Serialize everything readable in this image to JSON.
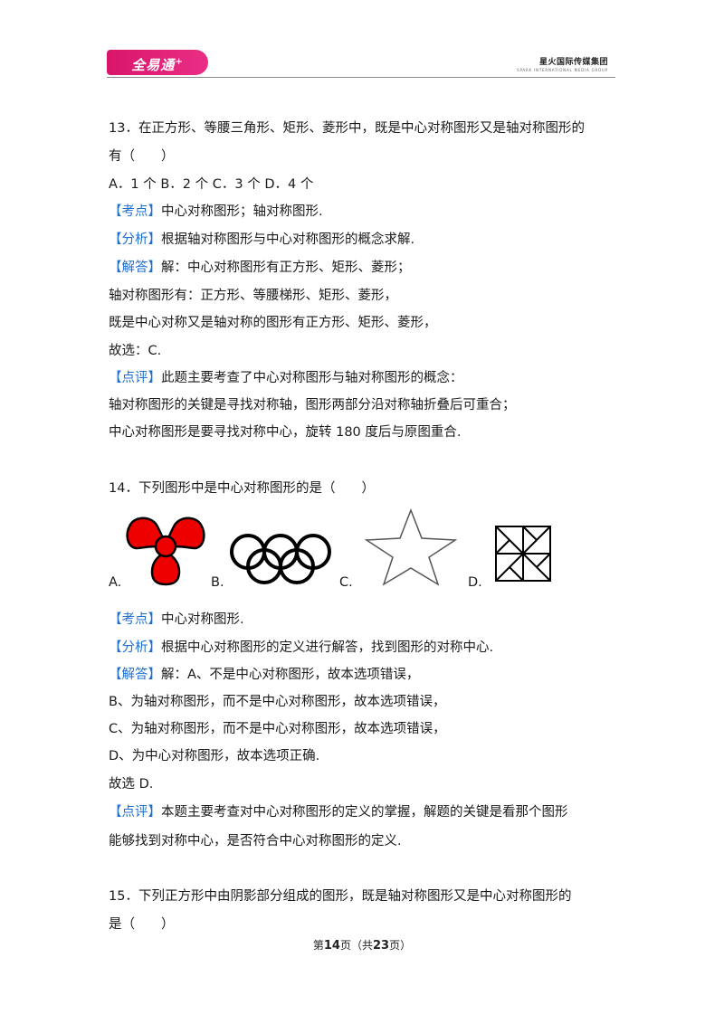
{
  "header": {
    "logo_text": "全易通",
    "logo_plus": "+",
    "brand": "星火国际传媒集团",
    "brand_sub": "SPARK INTERNATIONAL MEDIA GROUP"
  },
  "q13": {
    "stem1": "13．在正方形、等腰三角形、矩形、菱形中，既是中心对称图形又是轴对称图形的",
    "stem2": "有（　　）",
    "options": "A．1 个 B．2 个 C．3 个 D．4 个",
    "kaodian_tag": "【考点】",
    "kaodian": "中心对称图形；轴对称图形.",
    "fenxi_tag": "【分析】",
    "fenxi": "根据轴对称图形与中心对称图形的概念求解.",
    "jieda_tag": "【解答】",
    "jieda": "解：中心对称图形有正方形、矩形、菱形；",
    "line2": "轴对称图形有：正方形、等腰梯形、矩形、菱形，",
    "line3": "既是中心对称又是轴对称的图形有正方形、矩形、菱形，",
    "line4": "故选：C.",
    "dianping_tag": "【点评】",
    "dianping": "此题主要考查了中心对称图形与轴对称图形的概念：",
    "line5": "轴对称图形的关键是寻找对称轴，图形两部分沿对称轴折叠后可重合；",
    "line6": "中心对称图形是要寻找对称中心，旋转 180 度后与原图重合."
  },
  "q14": {
    "stem": "14．下列图形中是中心对称图形的是（　　）",
    "labels": [
      "A.",
      "B.",
      "C.",
      "D."
    ],
    "kaodian_tag": "【考点】",
    "kaodian": "中心对称图形.",
    "fenxi_tag": "【分析】",
    "fenxi": "根据中心对称图形的定义进行解答，找到图形的对称中心.",
    "jieda_tag": "【解答】",
    "jieda": "解：A、不是中心对称图形，故本选项错误，",
    "line2": "B、为轴对称图形，而不是中心对称图形，故本选项错误，",
    "line3": "C、为轴对称图形，而不是中心对称图形，故本选项错误，",
    "line4": "D、为中心对称图形，故本选项正确.",
    "line5": "故选 D.",
    "dianping_tag": "【点评】",
    "dianping": "本题主要考查对中心对称图形的定义的掌握，解题的关键是看那个图形",
    "line6": "能够找到对称中心，是否符合中心对称图形的定义."
  },
  "q15": {
    "stem1": "15．下列正方形中由阴影部分组成的图形，既是轴对称图形又是中心对称图形的",
    "stem2": "是（　　）"
  },
  "footer": {
    "prefix": "第",
    "page": "14",
    "mid": "页（共",
    "total": "23",
    "suffix": "页）"
  },
  "colors": {
    "tag": "#1f6fd0",
    "logo": "#e0207a",
    "shape_fill": "#ee0000"
  }
}
